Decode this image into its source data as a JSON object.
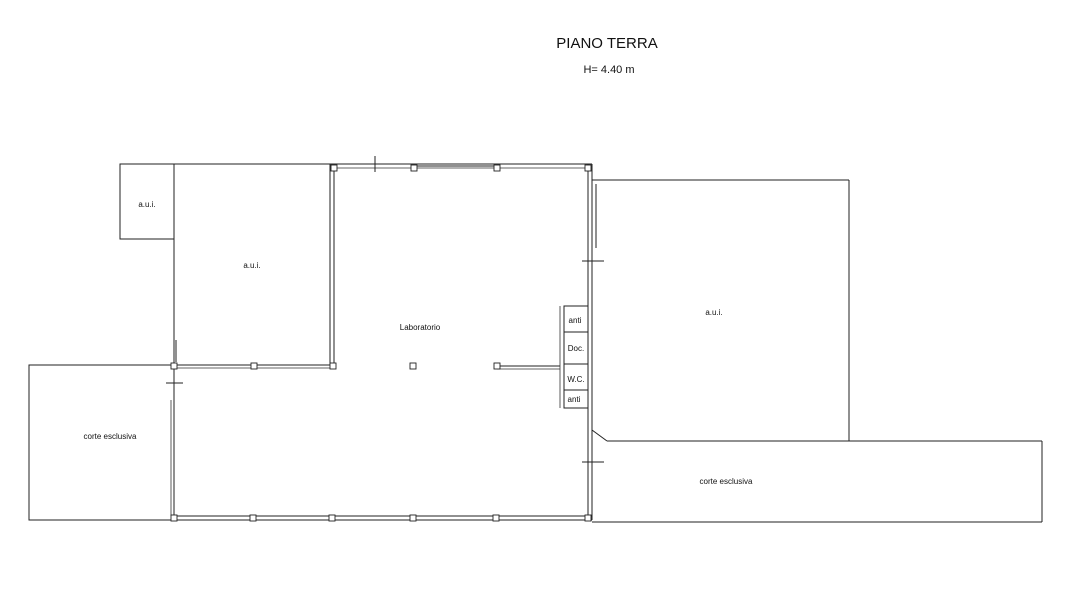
{
  "header": {
    "title": "PIANO TERRA",
    "height_note": "H= 4.40 m"
  },
  "rooms": {
    "aui_small": "a.u.i.",
    "aui_left": "a.u.i.",
    "aui_right": "a.u.i.",
    "laboratorio": "Laboratorio",
    "corte_left": "corte esclusiva",
    "corte_right": "corte esclusiva",
    "anti_top": "anti",
    "doc": "Doc.",
    "wc": "W.C.",
    "anti_bottom": "anti"
  }
}
